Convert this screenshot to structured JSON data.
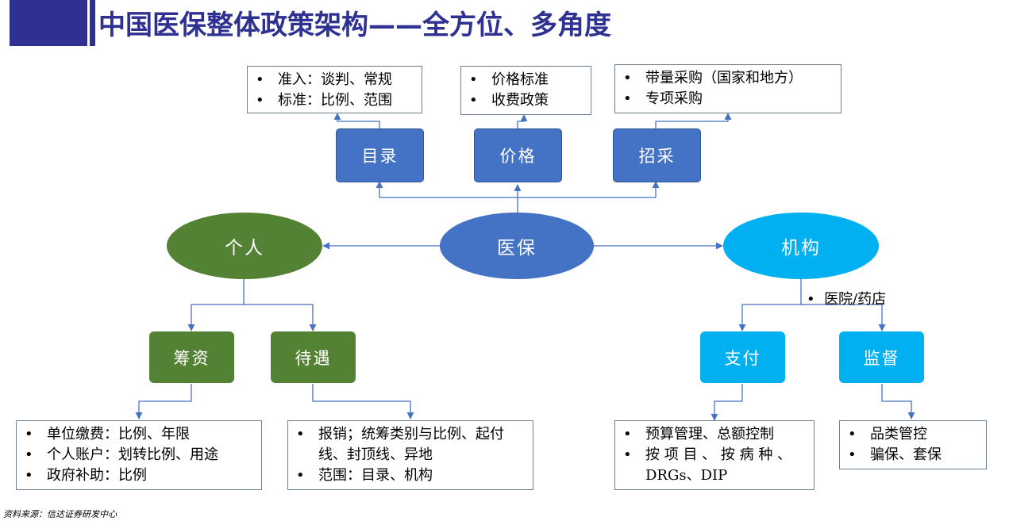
{
  "title": "中国医保整体政策架构——全方位、多角度",
  "center": "医保",
  "top_boxes": {
    "catalog": "目录",
    "price": "价格",
    "procurement": "招采"
  },
  "top_notes": {
    "catalog": [
      "准入：谈判、常规",
      "标准：比例、范围"
    ],
    "price": [
      "价格标准",
      "收费政策"
    ],
    "procurement": [
      "带量采购（国家和地方）",
      "专项采购"
    ]
  },
  "left": {
    "label": "个人",
    "funding": "筹资",
    "benefits": "待遇",
    "funding_notes": [
      "单位缴费：比例、年限",
      "个人账户：划转比例、用途",
      "政府补助：比例"
    ],
    "benefits_notes": [
      "报销；统筹类别与比例、起付线、封顶线、异地",
      "范围：目录、机构"
    ]
  },
  "right": {
    "label": "机构",
    "sub_label": "医院/药店",
    "payment": "支付",
    "supervision": "监督",
    "payment_notes": [
      "预算管理、总额控制",
      "按 项 目 、 按 病 种 、DRGs、DIP"
    ],
    "supervision_notes": [
      "品类管控",
      "骗保、套保"
    ]
  },
  "source": "资料来源：信达证券研发中心",
  "colors": {
    "header": "#2e3192",
    "blue": "#4472c4",
    "green": "#548235",
    "cyan": "#00b0f0",
    "connector": "#4472c4"
  }
}
